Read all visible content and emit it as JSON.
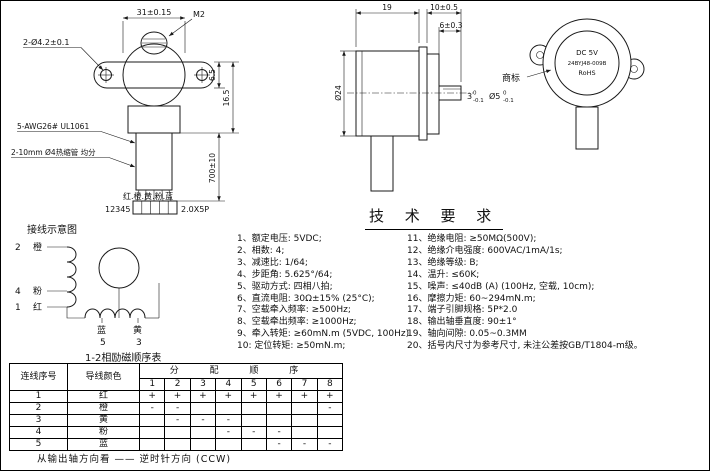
{
  "front_view": {
    "dim_span": "31±0.15",
    "dim_thread": "M2",
    "dim_mount_holes": "2-Ø4.2±0.1",
    "dim_shaft_h": "6.5",
    "dim_flange_h": "16.5",
    "dim_lead_length": "700±10",
    "label_wire_spec": "5-AWG26# UL1061",
    "label_sleeve": "2-10mm Ø4热缩管 均分",
    "label_wire_colors": "红.橙.黄.粉.蓝",
    "label_pin_numbers": "12345",
    "label_connector": "2.0X5P"
  },
  "side_view": {
    "dim_length": "19",
    "dim_boss": "10±0.5",
    "dim_shaft_len": "6±0.3",
    "dim_body_dia": "Ø24",
    "dim_flat_val": "3",
    "dim_flat_sup": "0",
    "dim_flat_sub": "-0.1",
    "dim_shaft_dia_val": "Ø5",
    "dim_shaft_dia_sup": "0",
    "dim_shaft_dia_sub": "-0.1"
  },
  "trademark_view": {
    "pointer_label": "商标",
    "line1": "DC 5V",
    "line2": "24BYJ48-009B",
    "line3": "RoHS"
  },
  "coil_diagram": {
    "t2_num": "2",
    "t2_color": "橙",
    "t4_num": "4",
    "t4_color": "粉",
    "t1_num": "1",
    "t1_color": "红",
    "t5_color": "蓝",
    "t5_num": "5",
    "t3_color": "黄",
    "t3_num": "3"
  },
  "captions": {
    "wiring_diagram": "接线示意图",
    "sequence_table": "1-2相励磁顺序表",
    "rotation_note": "从输出轴方向看 —— 逆时针方向 (CCW)"
  },
  "tech_requirements": {
    "title": "技 术 要 求",
    "left": [
      "1、额定电压: 5VDC;",
      "2、相数: 4;",
      "3、减速比: 1/64;",
      "4、步距角: 5.625°/64;",
      "5、驱动方式: 四相八拍;",
      "6、直流电阻: 30Ω±15% (25°C);",
      "7、空载牵入频率: ≥500Hz;",
      "8、空载牵出频率: ≥1000Hz;",
      "9、牵入转矩: ≥60mN.m (5VDC, 100Hz)",
      "10: 定位转矩: ≥50mN.m;"
    ],
    "right": [
      "11、绝缘电阻: ≥50MΩ(500V);",
      "12、绝缘介电强度: 600VAC/1mA/1s;",
      "13、绝缘等级: B;",
      "14、温升: ≤60K;",
      "15、噪声: ≤40dB (A) (100Hz, 空载, 10cm);",
      "16、摩擦力矩: 60~294mN.m;",
      "17、端子引脚规格: 5P*2.0",
      "18、输出轴垂直度: 90±1°",
      "19、轴向间隙: 0.05~0.3MM",
      "20、括号内尺寸为参考尺寸, 未注公差按GB/T1804-m级。"
    ]
  },
  "sequence_table": {
    "col_wire_no": "连线序号",
    "col_wire_color": "导线颜色",
    "col_sequence": "分 配 顺 序",
    "steps": [
      "1",
      "2",
      "3",
      "4",
      "5",
      "6",
      "7",
      "8"
    ],
    "rows": [
      {
        "num": "1",
        "color": "红",
        "seq": [
          "+",
          "+",
          "+",
          "+",
          "+",
          "+",
          "+",
          "+"
        ]
      },
      {
        "num": "2",
        "color": "橙",
        "seq": [
          "-",
          "-",
          "",
          "",
          "",
          "",
          "",
          "-"
        ]
      },
      {
        "num": "3",
        "color": "黄",
        "seq": [
          "",
          "-",
          "-",
          "-",
          "",
          "",
          "",
          ""
        ]
      },
      {
        "num": "4",
        "color": "粉",
        "seq": [
          "",
          "",
          "",
          "-",
          "-",
          "-",
          "",
          ""
        ]
      },
      {
        "num": "5",
        "color": "蓝",
        "seq": [
          "",
          "",
          "",
          "",
          "",
          "-",
          "-",
          "-"
        ]
      }
    ]
  }
}
